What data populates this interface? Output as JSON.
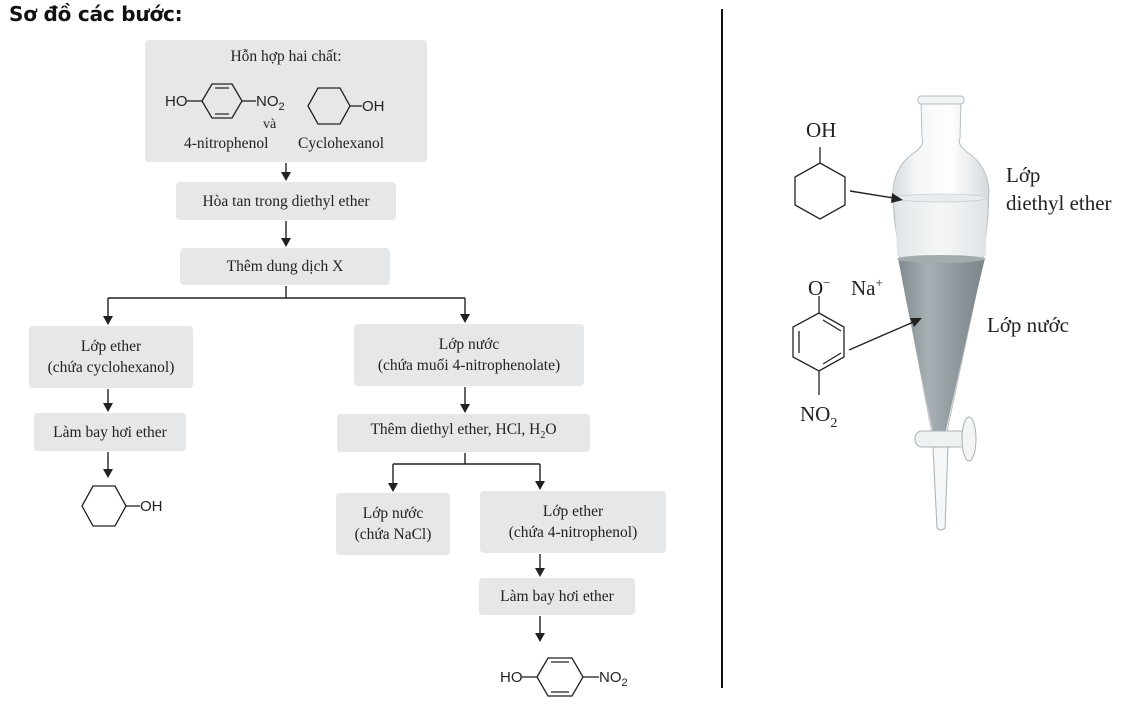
{
  "heading": "Sơ đồ các bước:",
  "flowchart": {
    "start": {
      "title": "Hỗn hợp hai chất:",
      "compound1": {
        "name": "4-nitrophenol",
        "left_group": "HO",
        "right_group": "NO",
        "right_sub": "2"
      },
      "conjunction": "và",
      "compound2": {
        "name": "Cyclohexanol",
        "group": "OH"
      }
    },
    "step1": "Hòa tan trong diethyl ether",
    "step2": "Thêm dung dịch X",
    "left_branch": {
      "layer_title": "Lớp ether",
      "layer_content": "(chứa cyclohexanol)",
      "step": "Làm bay hơi ether",
      "product_group": "OH"
    },
    "right_branch": {
      "layer_title": "Lớp nước",
      "layer_content": "(chứa muối 4-nitrophenolate)",
      "step_prefix": "Thêm diethyl ether, HCl, H",
      "step_sub": "2",
      "step_suffix": "O",
      "sub_left": {
        "title": "Lớp nước",
        "content": "(chứa NaCl)"
      },
      "sub_right": {
        "title": "Lớp ether",
        "content": "(chứa 4-nitrophenol)"
      },
      "final_step": "Làm bay hơi ether",
      "product": {
        "left_group": "HO",
        "right_group": "NO",
        "right_sub": "2"
      }
    }
  },
  "funnel": {
    "ether_label_line1": "Lớp",
    "ether_label_line2": "diethyl ether",
    "water_label": "Lớp nước",
    "cyclohexanol_group": "OH",
    "phenolate": {
      "anion": "O",
      "anion_charge": "−",
      "cation": "Na",
      "cation_charge": "+",
      "nitro": "NO",
      "nitro_sub": "2"
    }
  },
  "colors": {
    "box_fill": "#e6e7e8",
    "ink": "#222222",
    "water": "#8e979b",
    "glass": "#eef1f3"
  }
}
